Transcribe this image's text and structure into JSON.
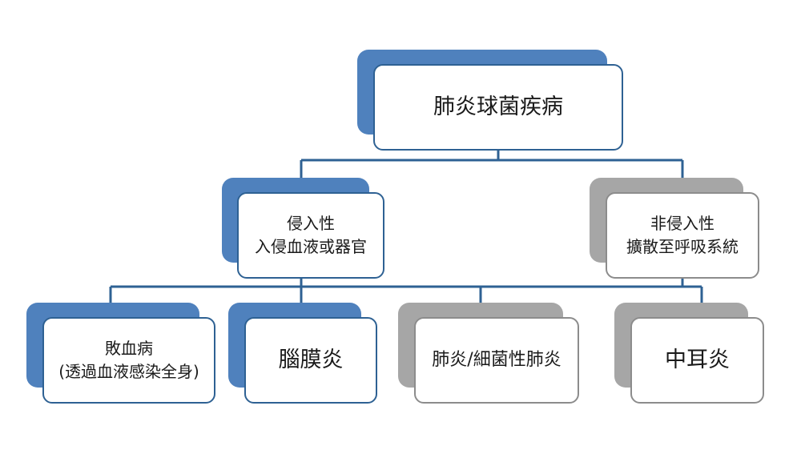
{
  "colors": {
    "connector": "#2e6193",
    "accent_blue": "#4f81bd",
    "accent_gray": "#a6a6a6"
  },
  "root": {
    "label": "肺炎球菌疾病"
  },
  "branches": [
    {
      "line1": "侵入性",
      "line2": "入侵血液或器官"
    },
    {
      "line1": "非侵入性",
      "line2": "擴散至呼吸系統"
    }
  ],
  "leaves": [
    {
      "line1": "敗血病",
      "line2": "(透過血液感染全身)"
    },
    {
      "line1": "腦膜炎"
    },
    {
      "line1": "肺炎/細菌性肺炎"
    },
    {
      "line1": "中耳炎"
    }
  ]
}
